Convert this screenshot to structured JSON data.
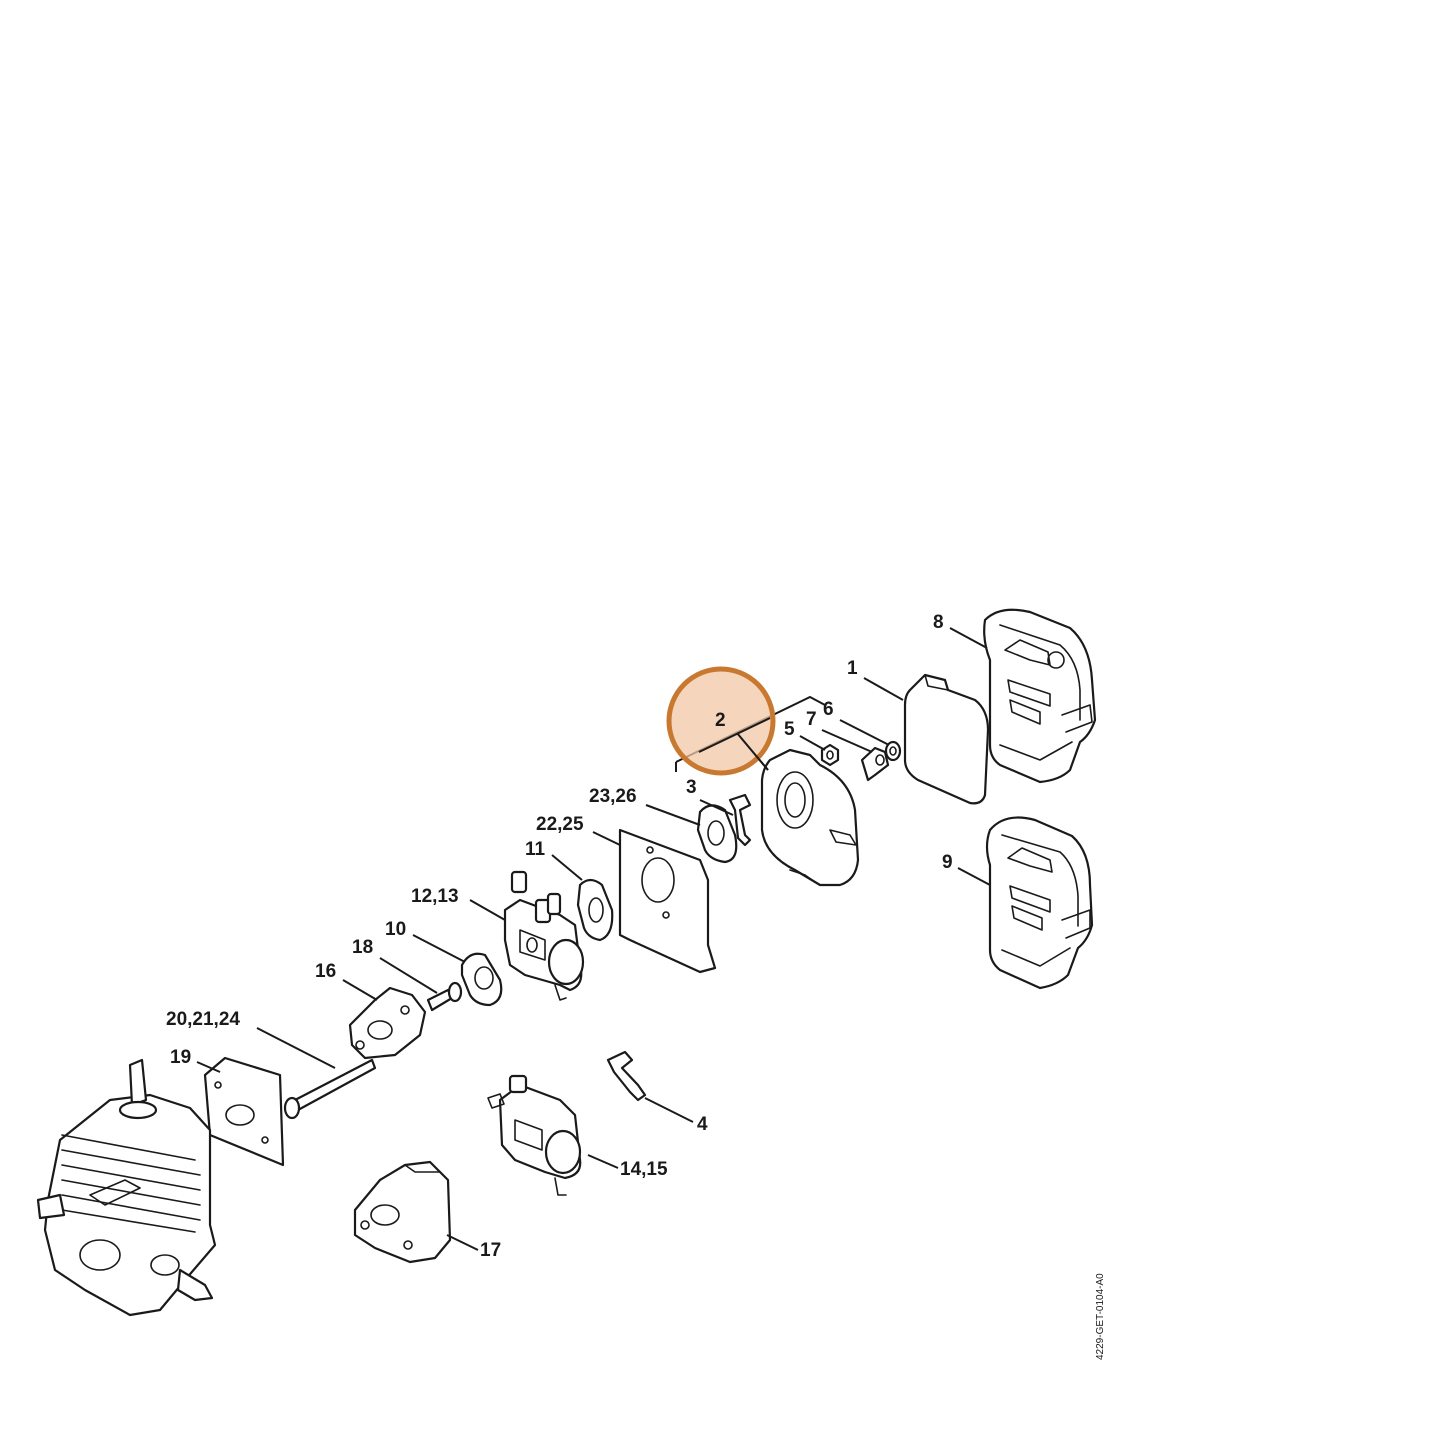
{
  "diagram": {
    "doc_id": "4229-GET-0104-A0",
    "highlight_color": "#c8782f",
    "highlighted_callout": "2",
    "callouts": {
      "c1": "1",
      "c2": "2",
      "c3": "3",
      "c4": "4",
      "c5": "5",
      "c6": "6",
      "c7": "7",
      "c8": "8",
      "c9": "9",
      "c10": "10",
      "c11": "11",
      "c12_13": "12,13",
      "c14_15": "14,15",
      "c16": "16",
      "c17": "17",
      "c18": "18",
      "c19": "19",
      "c20_21_24": "20,21,24",
      "c22_25": "22,25",
      "c23_26": "23,26"
    }
  }
}
